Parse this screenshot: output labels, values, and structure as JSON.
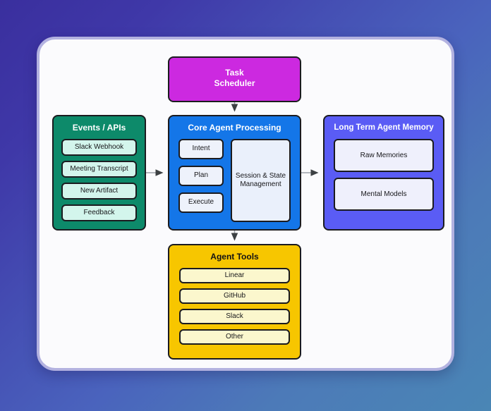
{
  "canvas": {
    "background_gradient_from": "#3a2f9e",
    "background_gradient_to": "#4a86b5",
    "card_background": "#fbfbfd",
    "card_border": "#b3b2e0"
  },
  "diagram": {
    "type": "flowchart",
    "connector_color": "#9aa0a6",
    "nodes": [
      {
        "id": "task_scheduler",
        "title": "Task\nScheduler",
        "title_line1": "Task",
        "title_line2": "Scheduler",
        "color": "#cc29e0",
        "text_color": "#ffffff",
        "items": []
      },
      {
        "id": "events_apis",
        "title": "Events / APIs",
        "color": "#0d8a6a",
        "text_color": "#ffffff",
        "item_color": "#d3f5ec",
        "items": [
          "Slack Webhook",
          "Meeting Transcript",
          "New Artifact",
          "Feedback"
        ]
      },
      {
        "id": "core_agent_processing",
        "title": "Core Agent Processing",
        "color": "#1476e8",
        "text_color": "#ffffff",
        "item_color": "#eef2fb",
        "items": [
          "Intent",
          "Plan",
          "Execute"
        ],
        "panel": "Session & State Management",
        "panel_line1": "Session & State",
        "panel_line2": "Management"
      },
      {
        "id": "long_term_agent_memory",
        "title": "Long Term Agent Memory",
        "color": "#5a5cf5",
        "text_color": "#ffffff",
        "item_color": "#eff0fc",
        "items": [
          "Raw Memories",
          "Mental Models"
        ]
      },
      {
        "id": "agent_tools",
        "title": "Agent Tools",
        "color": "#f7c600",
        "text_color": "#121214",
        "item_color": "#fbf7cd",
        "items": [
          "Linear",
          "GitHub",
          "Slack",
          "Other"
        ]
      }
    ],
    "edges": [
      {
        "from": "task_scheduler",
        "to": "core_agent_processing",
        "direction": "down"
      },
      {
        "from": "events_apis",
        "to": "core_agent_processing",
        "direction": "right"
      },
      {
        "from": "core_agent_processing",
        "to": "long_term_agent_memory",
        "direction": "right"
      },
      {
        "from": "core_agent_processing",
        "to": "agent_tools",
        "direction": "down"
      }
    ]
  }
}
